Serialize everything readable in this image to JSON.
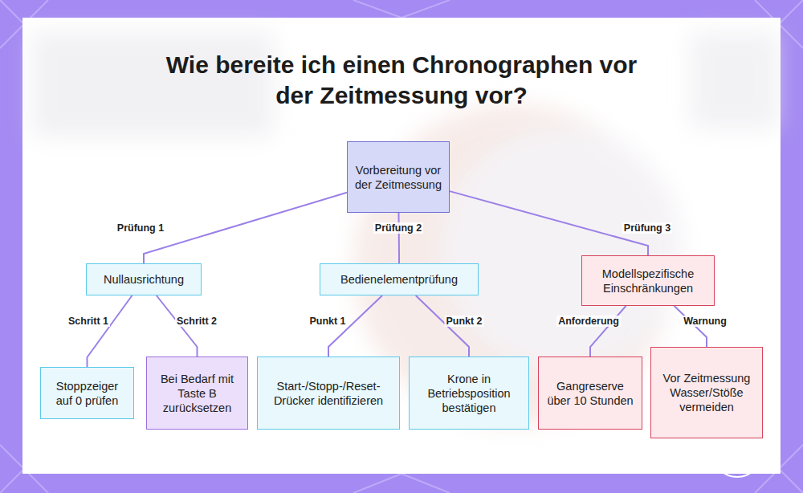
{
  "diagram": {
    "title": "Wie bereite ich einen Chronographen vor der Zeitmessung vor?",
    "nodes": [
      {
        "text": [
          "Vorbereitung vor der Zeitmessung"
        ]
      },
      {
        "text": [
          "Nullausrichtung"
        ]
      },
      {
        "text": [
          "Bedienelementprüfung"
        ]
      },
      {
        "text": [
          "Modellspezifische Einschränkungen"
        ]
      },
      {
        "text": [
          "Stoppzeiger auf 0 prüfen"
        ]
      },
      {
        "text": [
          "Bei Bedarf mit Taste B zurücksetzen"
        ]
      },
      {
        "text": [
          "Start-/Stopp-/Reset- Drücker identifizieren"
        ]
      },
      {
        "text": [
          "Krone in Betriebsposition bestätigen"
        ]
      },
      {
        "text": [
          "Gangreserve über 10 Stunden"
        ]
      },
      {
        "text": [
          "Vor Zeitmessung Wasser/Stöße vermeiden"
        ]
      }
    ],
    "edges": [
      {
        "from": 0,
        "to": 1,
        "arrow": "none",
        "label": "Prüfung 1"
      },
      {
        "from": 0,
        "to": 2,
        "arrow": "none",
        "label": "Prüfung 2"
      },
      {
        "from": 0,
        "to": 3,
        "arrow": "none",
        "label": "Prüfung 3"
      },
      {
        "from": 1,
        "to": 4,
        "arrow": "none",
        "label": "Schritt 1"
      },
      {
        "from": 1,
        "to": 5,
        "arrow": "none",
        "label": "Schritt 2"
      },
      {
        "from": 2,
        "to": 6,
        "arrow": "none",
        "label": "Punkt 1"
      },
      {
        "from": 2,
        "to": 7,
        "arrow": "none",
        "label": "Punkt 2"
      },
      {
        "from": 3,
        "to": 8,
        "arrow": "none",
        "label": "Anforderung"
      },
      {
        "from": 3,
        "to": 9,
        "arrow": "none",
        "label": "Warnung"
      }
    ]
  }
}
